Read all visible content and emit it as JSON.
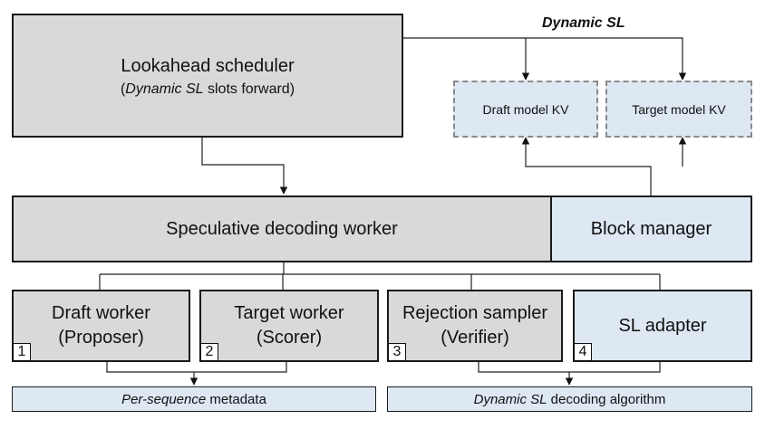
{
  "top_label": "Dynamic SL",
  "scheduler": {
    "title": "Lookahead scheduler",
    "subtitle_open": "(",
    "subtitle_ital": "Dynamic SL",
    "subtitle_rest": " slots forward)"
  },
  "kv": {
    "draft": "Draft model KV",
    "target": "Target model KV"
  },
  "worker": "Speculative decoding worker",
  "block_manager": "Block manager",
  "components": [
    {
      "line1": "Draft worker",
      "line2": "(Proposer)",
      "num": "1"
    },
    {
      "line1": "Target worker",
      "line2": "(Scorer)",
      "num": "2"
    },
    {
      "line1": "Rejection sampler",
      "line2": "(Verifier)",
      "num": "3"
    },
    {
      "line1": "SL adapter",
      "num": "4"
    }
  ],
  "bottom_left": {
    "ital": "Per-sequence",
    "rest": " metadata"
  },
  "bottom_right": {
    "ital": "Dynamic SL",
    "rest": " decoding algorithm"
  },
  "colors": {
    "gray": "#d9d9d9",
    "blue": "#dde8f3",
    "border": "#1a1a1a",
    "dashed": "#8a8a8a"
  }
}
